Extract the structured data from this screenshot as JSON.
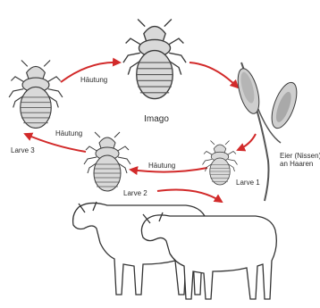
{
  "labels": {
    "imago": "Imago",
    "molt_top": "Häutung",
    "molt_left": "Häutung",
    "molt_bottom": "Häutung",
    "larva3": "Larve 3",
    "larva2": "Larve 2",
    "larva1": "Larve 1",
    "eggs_line1": "Eier (Nissen)",
    "eggs_line2": "an Haaren"
  },
  "colors": {
    "arrow": "#d22a2a",
    "insect_fill": "#d9d9d9",
    "insect_stroke": "#3a3a3a",
    "egg_fill": "#cfcfcf",
    "calf_stroke": "#333333"
  }
}
